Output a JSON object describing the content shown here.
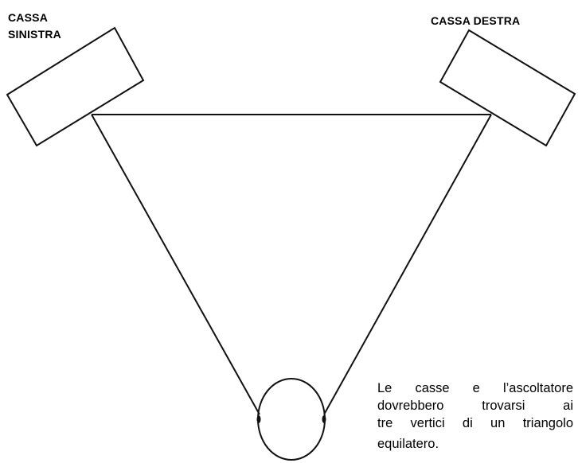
{
  "speakers": {
    "left": {
      "line1": "CASSA",
      "line2": "SINISTRA"
    },
    "right": {
      "label": "CASSA DESTRA"
    }
  },
  "caption": {
    "lines": [
      "Le casse e l’ascoltatore",
      "dovrebbero  trovarsi  ai",
      "tre vertici di un triangolo",
      "equilatero."
    ]
  },
  "colors": {
    "ink": "#111111",
    "background": "#ffffff"
  }
}
